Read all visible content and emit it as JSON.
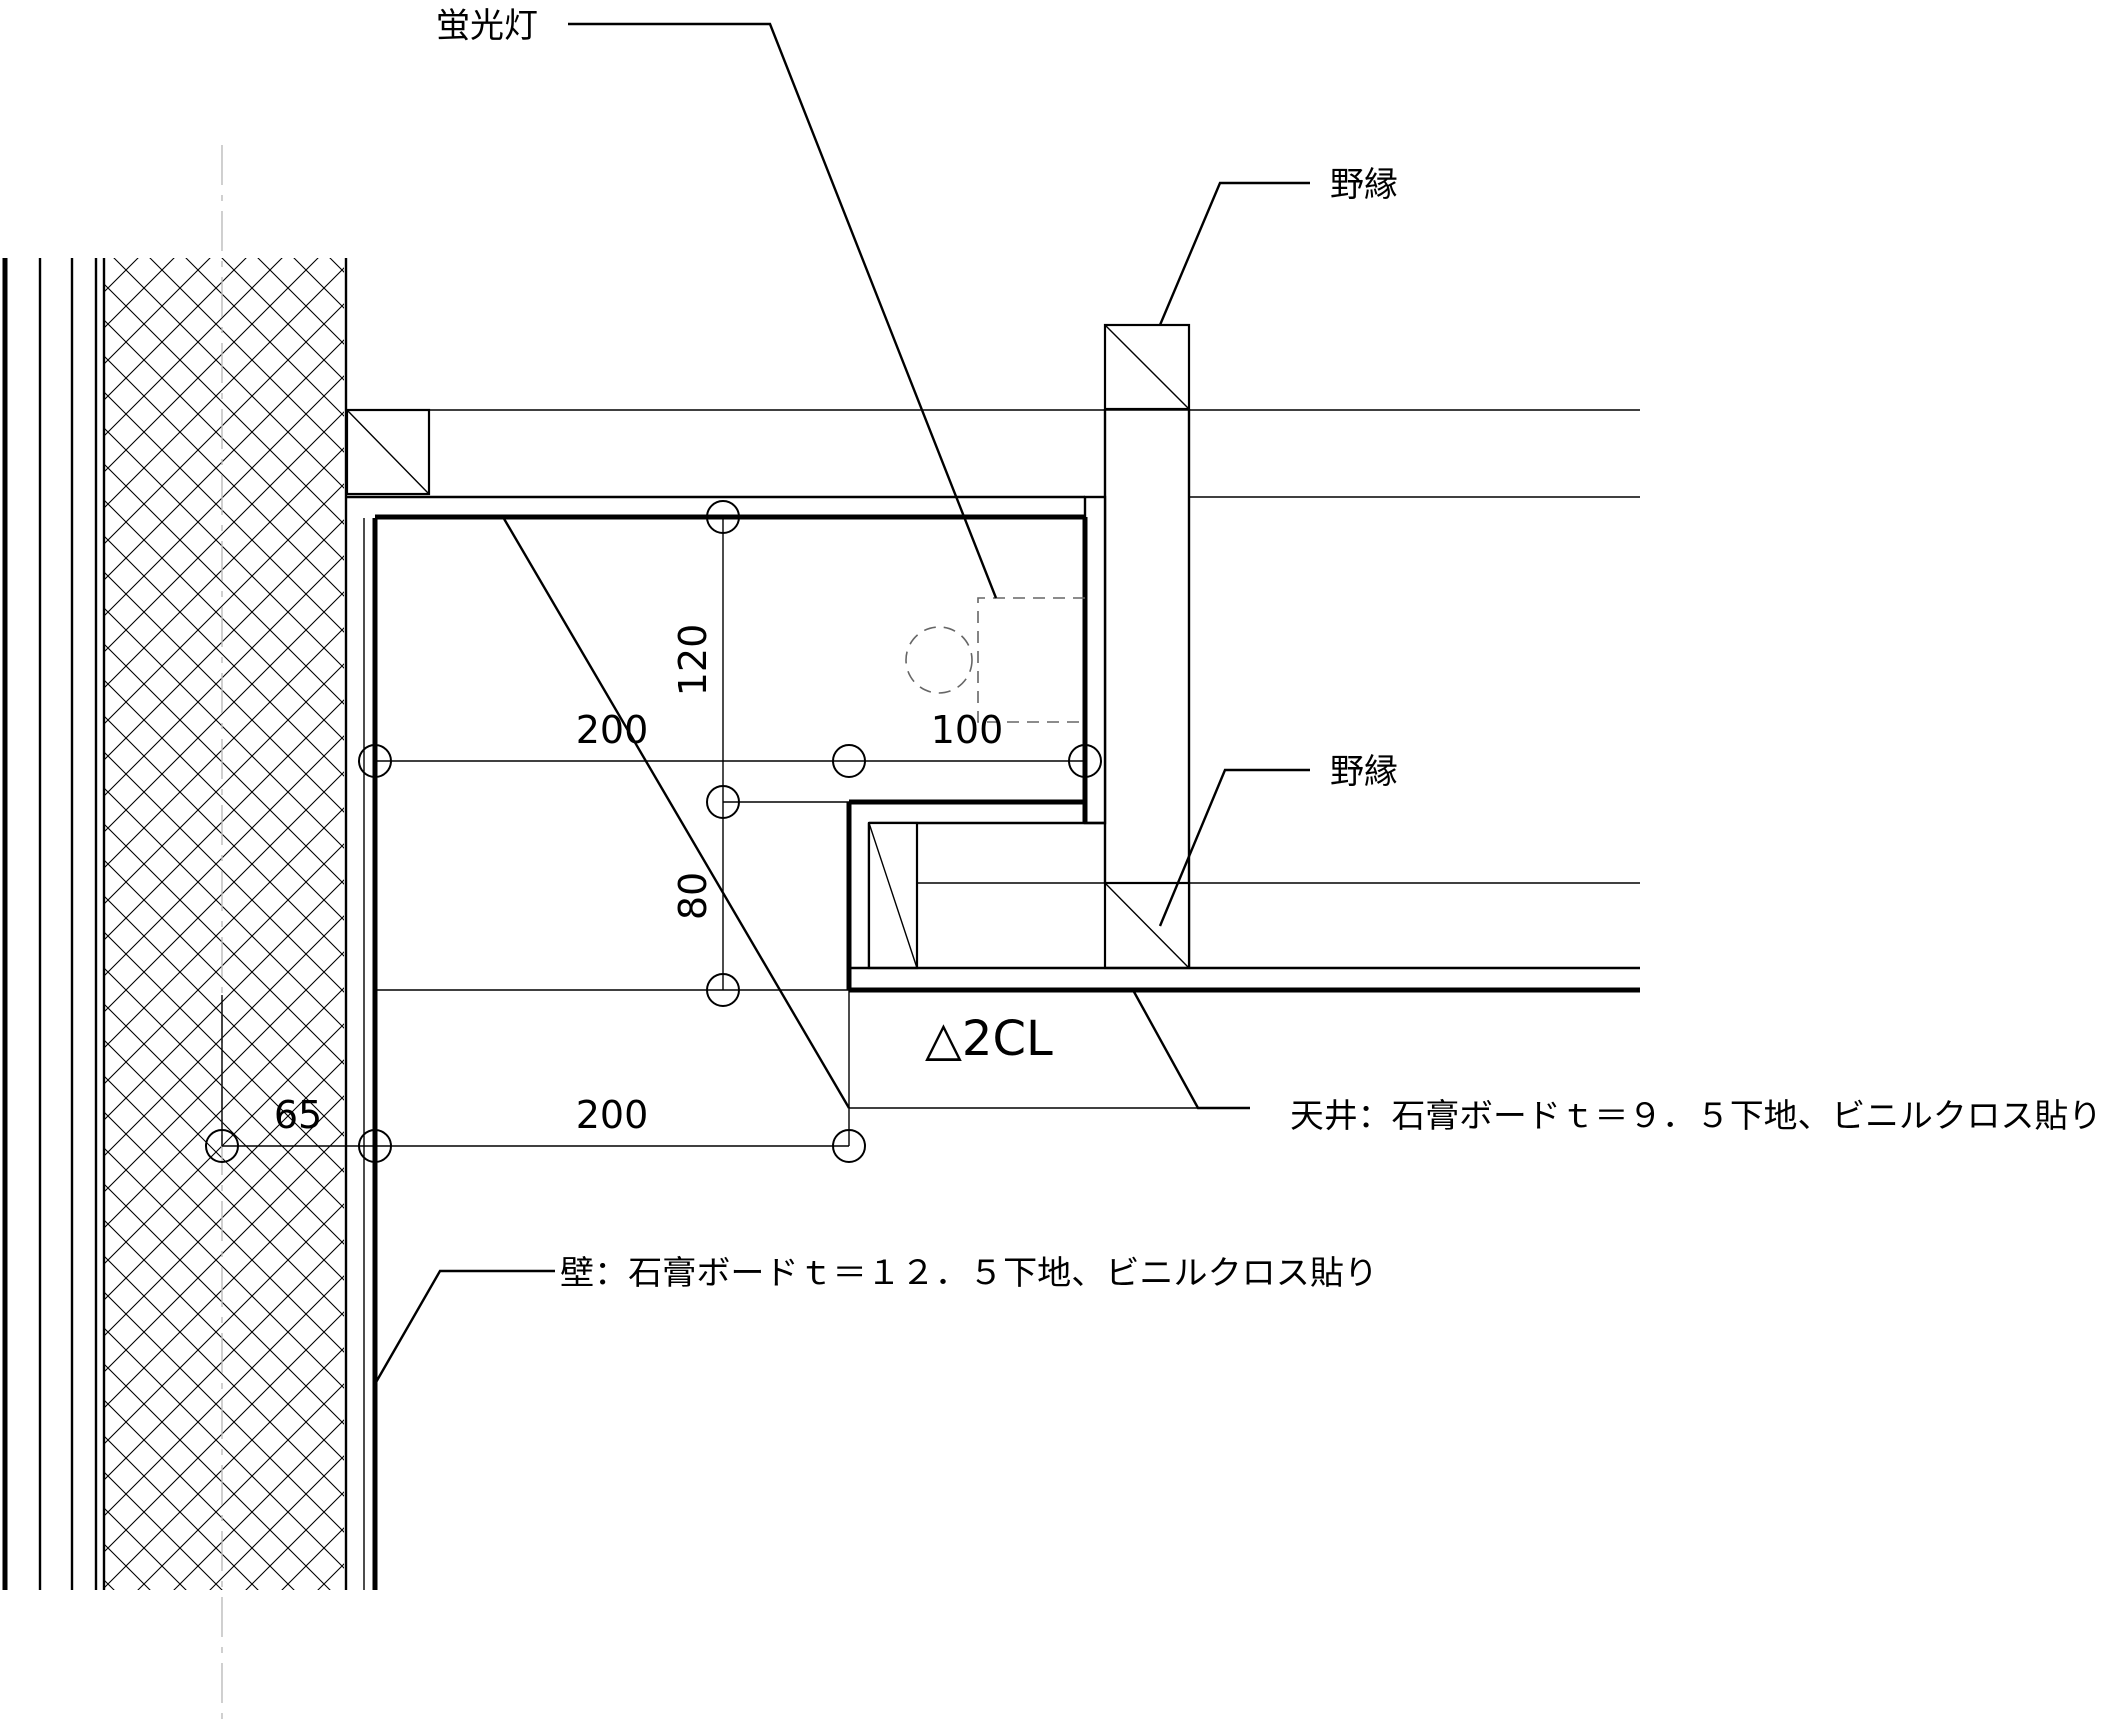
{
  "labels": {
    "fluorescent": "蛍光灯",
    "furring_top": "野縁",
    "furring_bottom": "野縁",
    "ceiling_level": "△2CL",
    "ceiling_spec": "天井：石膏ボードｔ＝９．５下地、ビニルクロス貼り",
    "wall_spec": "壁：石膏ボードｔ＝１２．５下地、ビニルクロス貼り"
  },
  "dimensions": {
    "d120": "120",
    "d80": "80",
    "d200_upper": "200",
    "d100": "100",
    "d65": "65",
    "d200_lower": "200"
  },
  "colors": {
    "line": "#000000",
    "hidden_line": "#666666",
    "center_line": "#bbbbbb",
    "background": "#ffffff"
  }
}
